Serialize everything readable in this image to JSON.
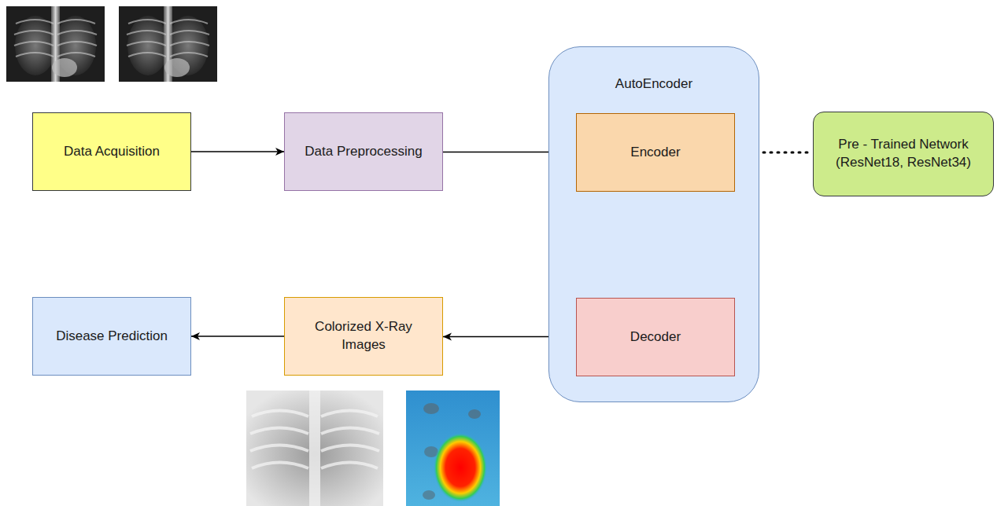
{
  "diagram": {
    "nodes": [
      {
        "text": [
          "Data Acquisition"
        ]
      },
      {
        "text": [
          "Data Preprocessing"
        ]
      },
      {
        "text": [
          "AutoEncoder"
        ]
      },
      {
        "text": [
          "Encoder"
        ],
        "in": 2
      },
      {
        "text": [
          "Pre - Trained Network (ResNet18, ResNet34)"
        ]
      },
      {
        "text": [
          "Decoder"
        ],
        "in": 2
      },
      {
        "text": [
          "Colorized X-Ray Images"
        ]
      },
      {
        "text": [
          "Disease Prediction"
        ]
      }
    ],
    "edges": [
      {
        "from": 0,
        "to": 1,
        "arrow": "to"
      },
      {
        "from": 1,
        "to": 3,
        "arrow": "to"
      },
      {
        "from": 3,
        "to": 4,
        "arrow": "none"
      },
      {
        "from": 3,
        "to": 5,
        "arrow": "to"
      },
      {
        "from": 5,
        "to": 6,
        "arrow": "to"
      },
      {
        "from": 6,
        "to": 7,
        "arrow": "to"
      }
    ]
  }
}
